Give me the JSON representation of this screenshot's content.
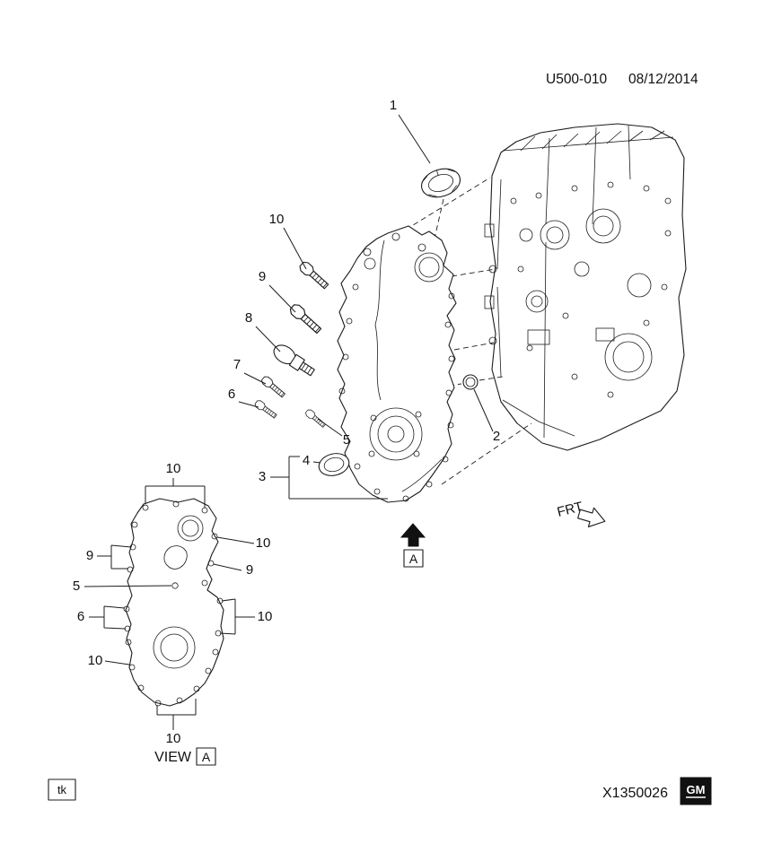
{
  "header": {
    "code": "U500-010",
    "date": "08/12/2014"
  },
  "main_callouts": [
    "1",
    "10",
    "9",
    "8",
    "7",
    "6",
    "5",
    "4",
    "3",
    "2"
  ],
  "view_callouts": [
    "10",
    "9",
    "10",
    "9",
    "5",
    "6",
    "10",
    "10",
    "10"
  ],
  "orientation": {
    "frt": "FRT"
  },
  "section_marker": {
    "letter": "A"
  },
  "view_title": {
    "label": "VIEW",
    "letter": "A"
  },
  "footer": {
    "initials": "tk",
    "drawing_number": "X1350026",
    "logo": "GM"
  },
  "colors": {
    "line": "#1c1c1c",
    "background": "#ffffff"
  }
}
